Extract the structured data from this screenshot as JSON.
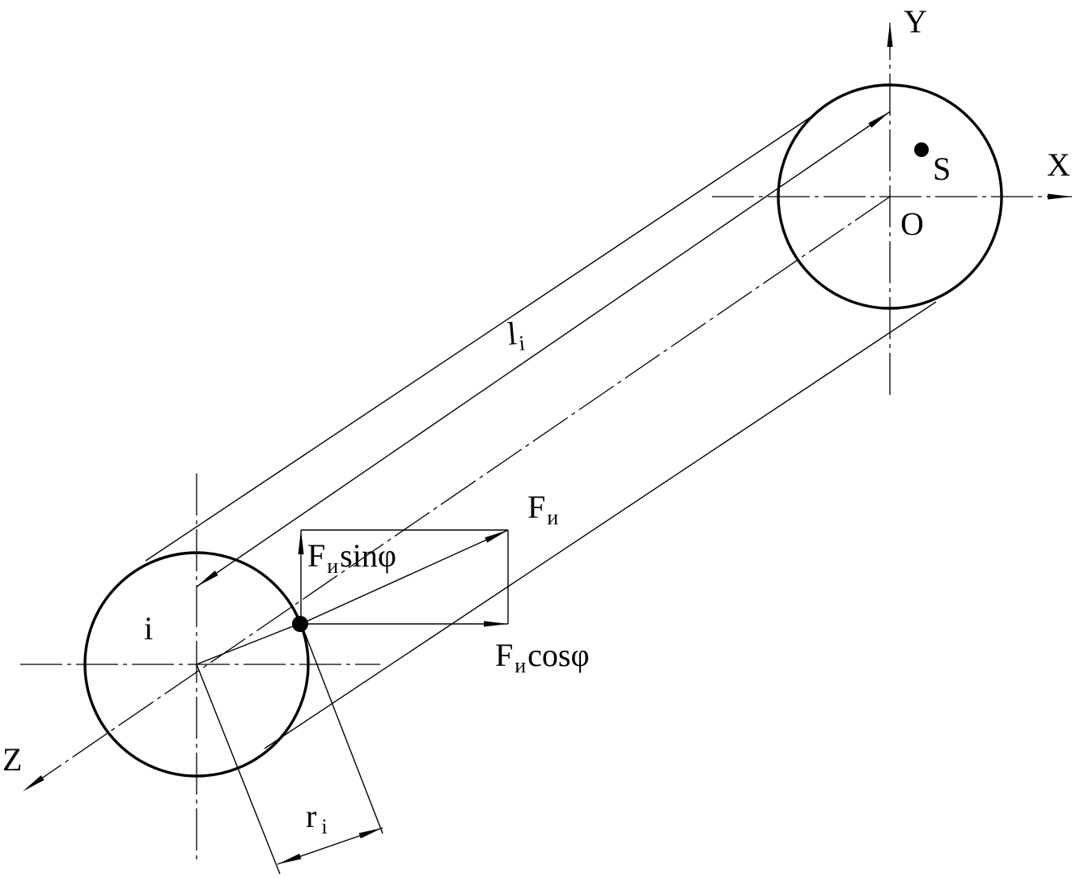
{
  "labels": {
    "axis_y": "Y",
    "axis_x": "X",
    "axis_z": "Z",
    "origin": "O",
    "point_s": "S",
    "element_i": "i",
    "length_main": "l",
    "length_sub": "i",
    "radius_main": "r",
    "radius_sub": "i",
    "force_main": "F",
    "force_sub": "и",
    "force_sin_main": "F",
    "force_sin_sub": "и",
    "force_sin_tail": "sinφ",
    "force_cos_main": "F",
    "force_cos_sub": "и",
    "force_cos_tail": "cosφ"
  }
}
